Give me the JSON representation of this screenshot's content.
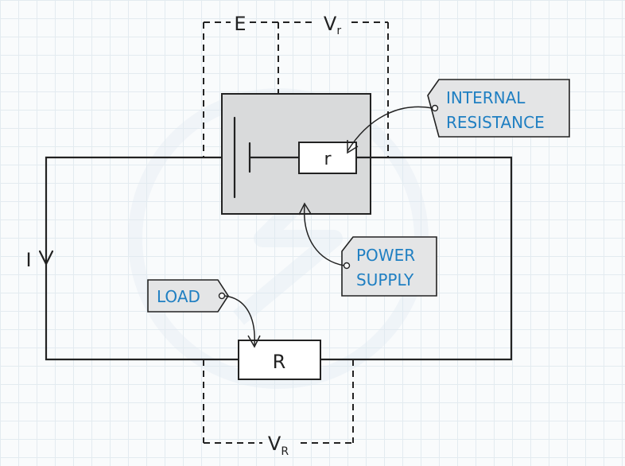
{
  "diagram": {
    "labels": {
      "emf": "E",
      "v_internal": "V",
      "v_internal_sub": "r",
      "internal_resistor": "r",
      "load_resistor": "R",
      "v_load": "V",
      "v_load_sub": "R",
      "current": "I"
    },
    "tags": {
      "internal_resistance": [
        "INTERNAL",
        "RESISTANCE"
      ],
      "power_supply": [
        "POWER",
        "SUPPLY"
      ],
      "load": "LOAD"
    },
    "colors": {
      "line": "#222222",
      "tag_text": "#1f7fc2",
      "tag_fill": "#e4e5e6",
      "supply_box_fill": "#d9dadb"
    },
    "watermark_icon": "watermark-logo-icon"
  }
}
